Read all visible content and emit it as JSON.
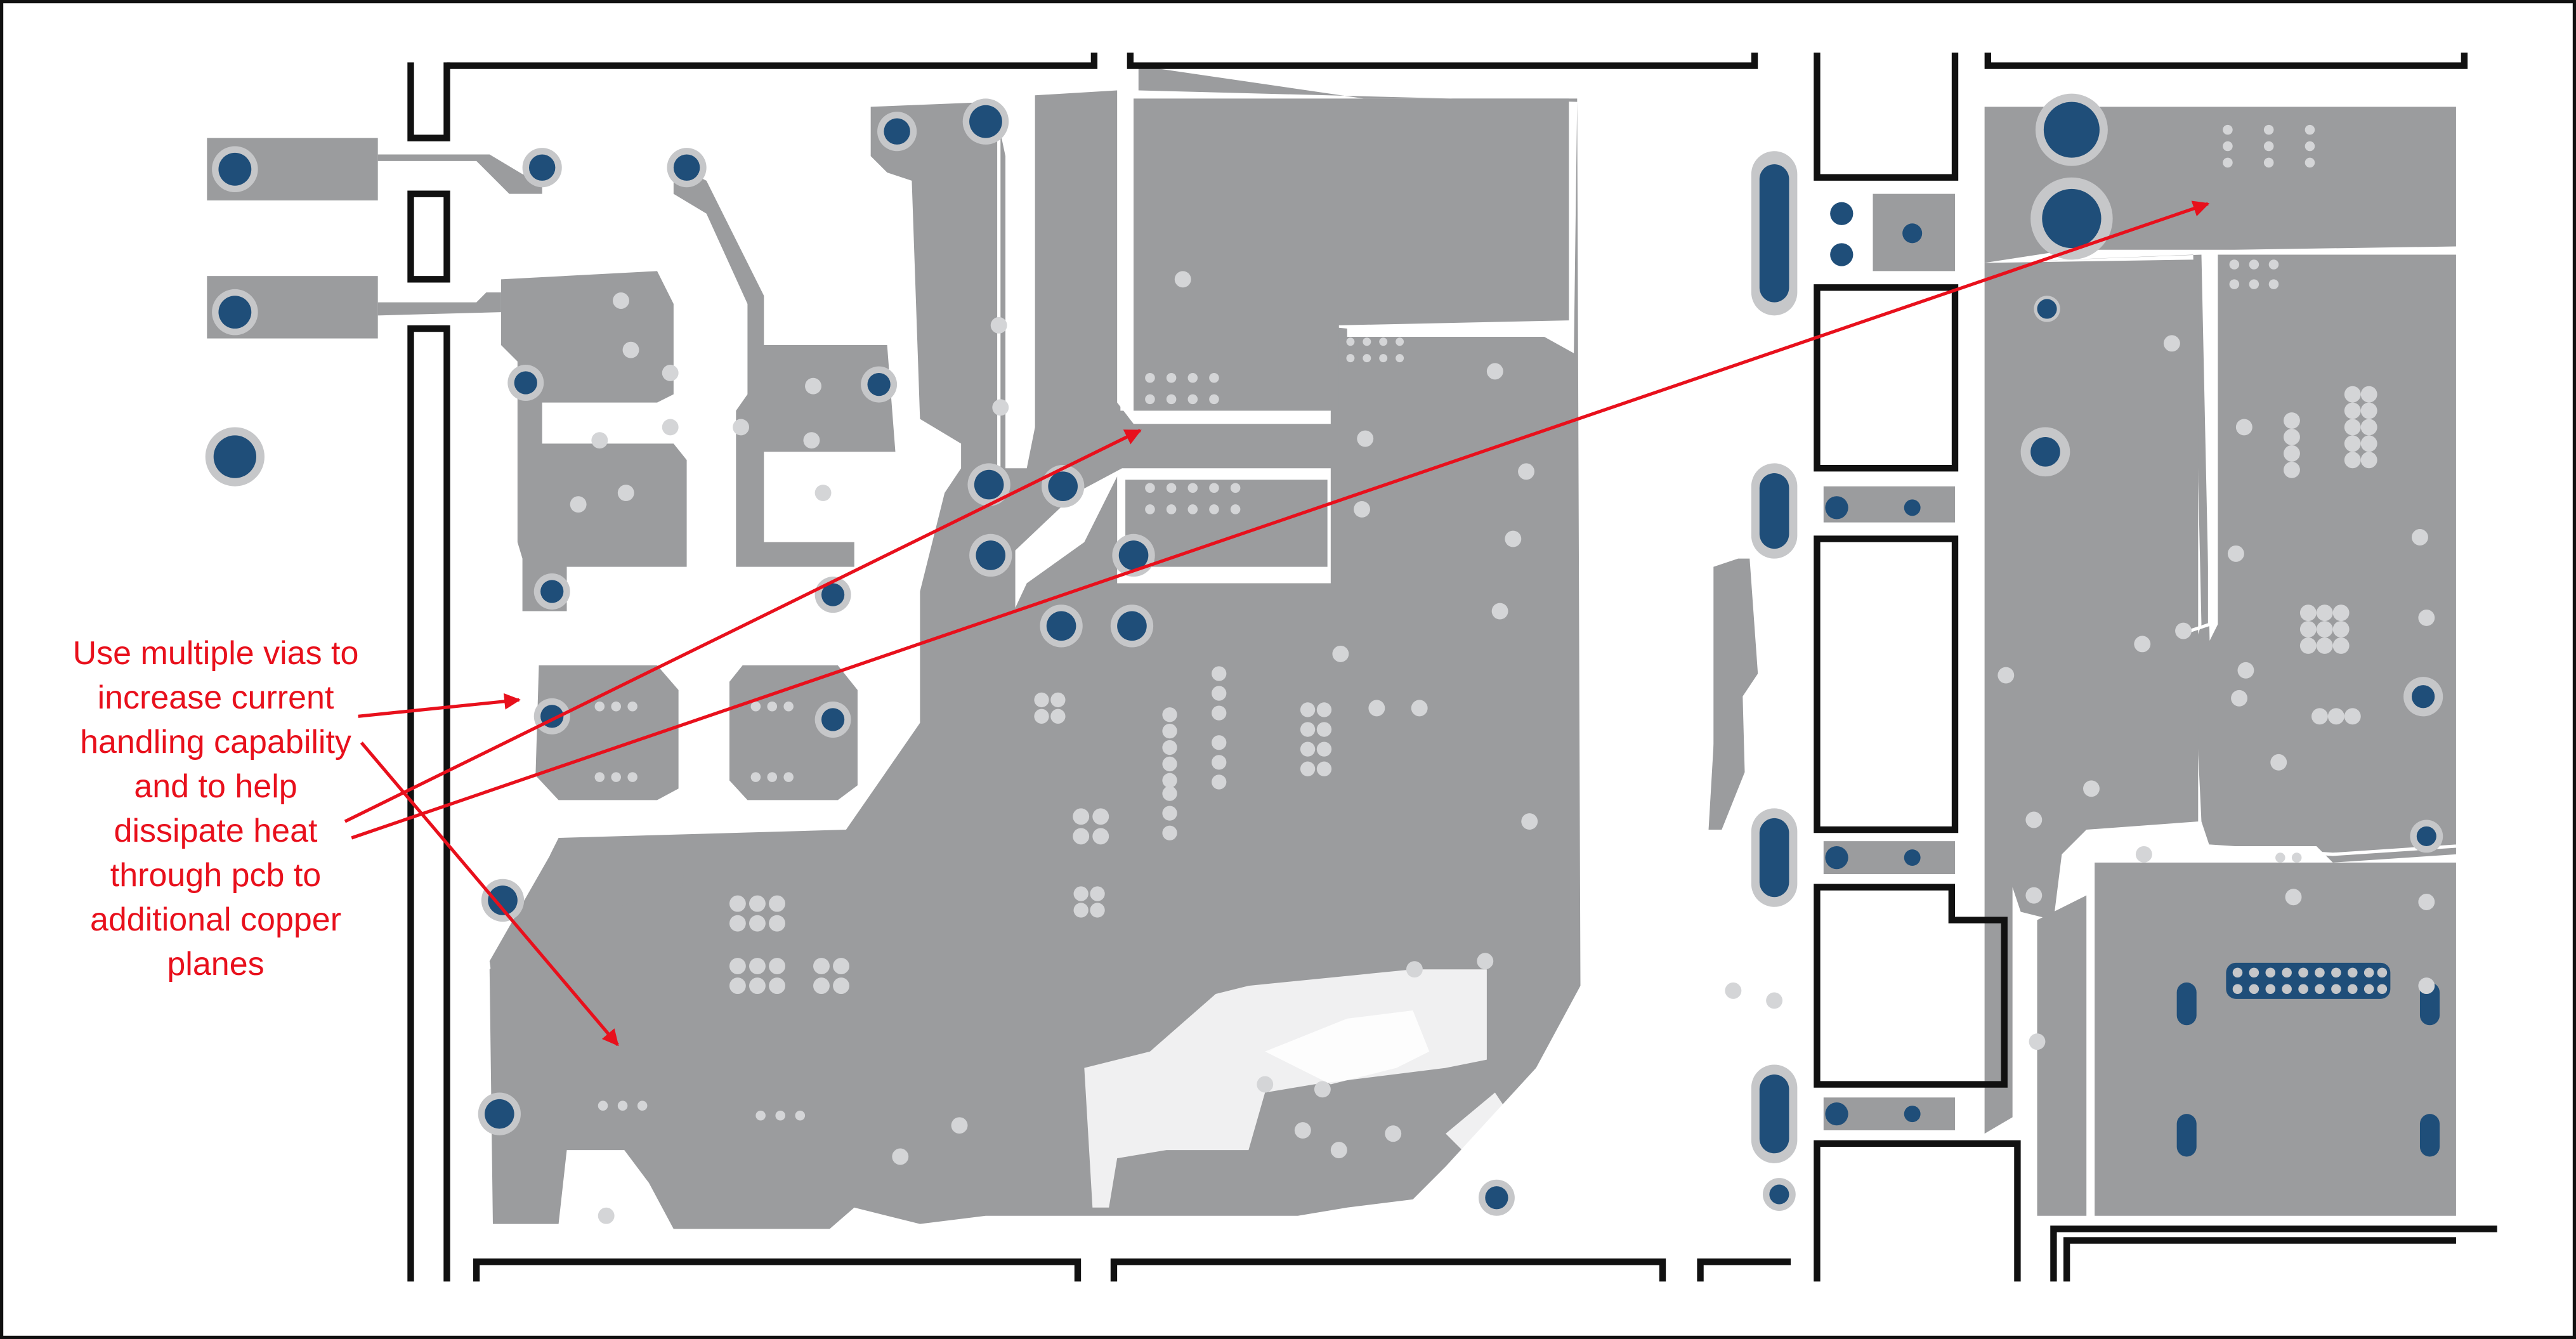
{
  "annotation": {
    "lines": [
      "Use multiple vias to",
      "increase current",
      "handling capability",
      "and to help",
      "dissipate heat",
      "through pcb to",
      "additional  copper",
      "planes"
    ]
  },
  "colors": {
    "copper": "#9b9c9e",
    "via_fill": "#1f4e79",
    "via_ring": "#c6c7c9",
    "small_via": "#d4d5d7",
    "outline": "#111111",
    "annotation": "#e8101c",
    "background": "#ffffff"
  }
}
